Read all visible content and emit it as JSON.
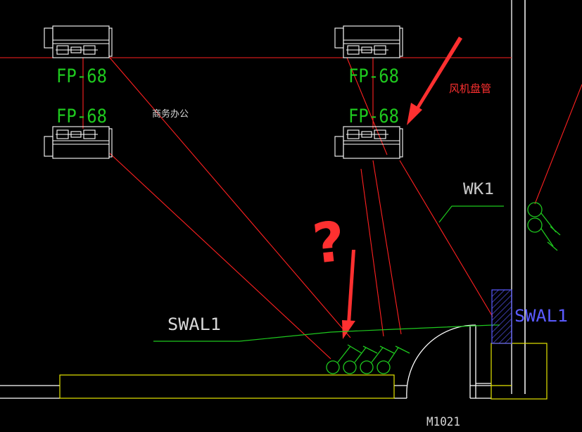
{
  "drawing": {
    "background": "#000000",
    "colors": {
      "wall": "#ffffff",
      "pipe": "#ff2020",
      "green": "#1ec81e",
      "yellow": "#e6e600",
      "blue": "#5a5aff",
      "annotation_red": "#ff3030"
    }
  },
  "fan_coils": [
    {
      "id": "fc-top-left",
      "label": "FP-68"
    },
    {
      "id": "fc-top-right",
      "label": "FP-68"
    },
    {
      "id": "fc-bottom-left",
      "label": "FP-68"
    },
    {
      "id": "fc-bottom-right",
      "label": "FP-68"
    }
  ],
  "labels": {
    "room_name": "商务办公",
    "annotation": "风机盘管",
    "question_mark": "?",
    "wk1": "WK1",
    "swal1_left": "SWAL1",
    "swal1_right": "SWAL1",
    "door": "M1021"
  },
  "icons": {
    "annotation_arrow": "arrow-icon",
    "question_arrow": "arrow-icon",
    "valve": "valve-icon"
  }
}
